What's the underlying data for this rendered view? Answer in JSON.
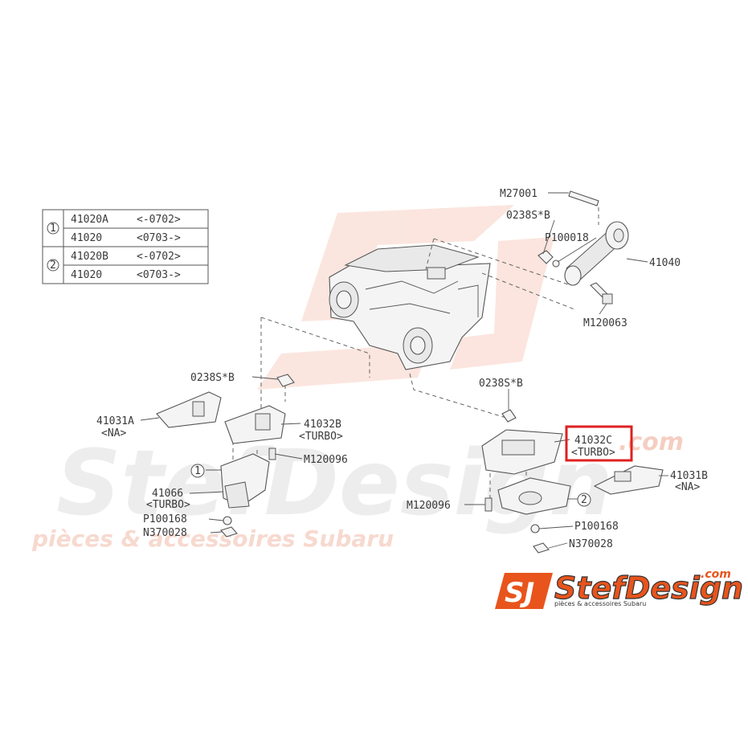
{
  "table": {
    "rows": [
      {
        "circle": "1",
        "part": "41020A",
        "range": "<-0702>"
      },
      {
        "circle": "",
        "part": "41020",
        "range": "<0703->"
      },
      {
        "circle": "2",
        "part": "41020B",
        "range": "<-0702>"
      },
      {
        "circle": "",
        "part": "41020",
        "range": "<0703->"
      }
    ]
  },
  "labels": {
    "m27001": "M27001",
    "n0238s_top": "0238S*B",
    "p100018": "P100018",
    "p41040": "41040",
    "m120063": "M120063",
    "n0238s_left": "0238S*B",
    "n0238s_right": "0238S*B",
    "p41031a": "41031A",
    "p41031a_sub": "<NA>",
    "p41032b": "41032B",
    "p41032b_sub": "<TURBO>",
    "m120096_left": "M120096",
    "callout1": "1",
    "p41066": "41066",
    "p41066_sub": "<TURBO>",
    "p100168_left": "P100168",
    "n370028_left": "N370028",
    "p41032c": "41032C",
    "p41032c_sub": "<TURBO>",
    "p41031b": "41031B",
    "p41031b_sub": "<NA>",
    "m120096_right": "M120096",
    "callout2": "2",
    "p100168_right": "P100168",
    "n370028_right": "N370028"
  },
  "watermark": {
    "brand": "StefDesign",
    "dotcom": ".com",
    "tagline": "pièces & accessoires Subaru"
  },
  "logo": {
    "mark": "SJ",
    "brand": "StefDesign",
    "dotcom": ".com",
    "tagline": "pièces & accessoires Subaru"
  },
  "colors": {
    "highlight": "#e02020",
    "logo_orange": "#e8541c",
    "watermark_pink": "#f7cfc2",
    "watermark_grey": "#e6e6e6"
  }
}
